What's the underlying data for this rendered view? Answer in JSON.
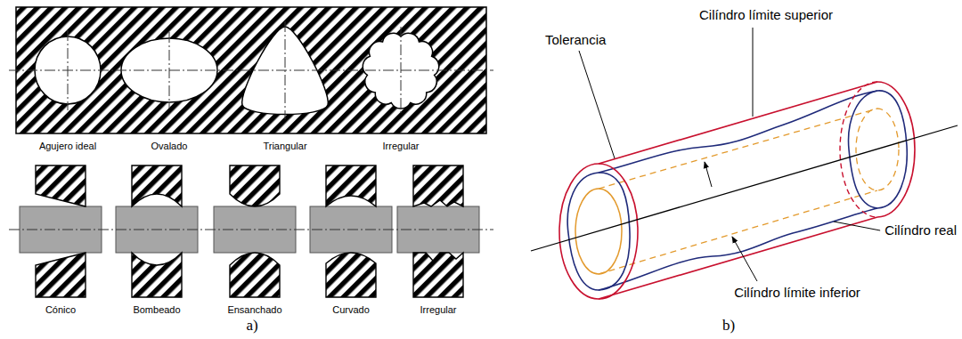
{
  "diagram": {
    "labels": [
      "Agujero ideal",
      "Ovalado",
      "Triangular",
      "Irregular",
      "Cónico",
      "Bombeado",
      "Ensanchado",
      "Curvado",
      "Irregular",
      "a)",
      "Cilíndro límite superior",
      "Tolerancia",
      "Cilíndro real",
      "Cilíndro límite inferior",
      "b)"
    ]
  }
}
